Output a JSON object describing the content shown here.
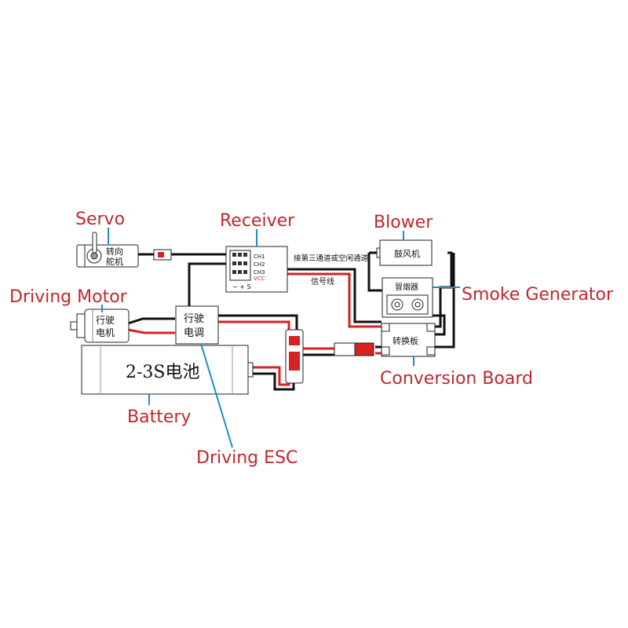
{
  "labels": {
    "servo": "Servo",
    "receiver": "Receiver",
    "blower": "Blower",
    "driving_motor": "Driving Motor",
    "smoke_generator": "Smoke Generator",
    "conversion_board": "Conversion Board",
    "battery": "Battery",
    "driving_esc": "Driving ESC"
  },
  "chinese": {
    "servo_line1": "转向",
    "servo_line2": "舵机",
    "motor_line1": "行驶",
    "motor_line2": "电机",
    "esc_line1": "行驶",
    "esc_line2": "电调",
    "battery": "2-3S电池",
    "blower": "鼓风机",
    "smoke": "冒烟器",
    "board": "转换板",
    "channel_note": "接第三通道或空闲通道",
    "signal_wire": "信号线"
  },
  "receiver": {
    "ch1": "CH1",
    "ch2": "CH2",
    "ch3": "CH3",
    "vcc": "VCC",
    "bottom": "− + S"
  },
  "colors": {
    "label": "#c0272d",
    "lead": "#1b8fc0",
    "wire_red": "#d62222",
    "wire_black": "#111111"
  }
}
